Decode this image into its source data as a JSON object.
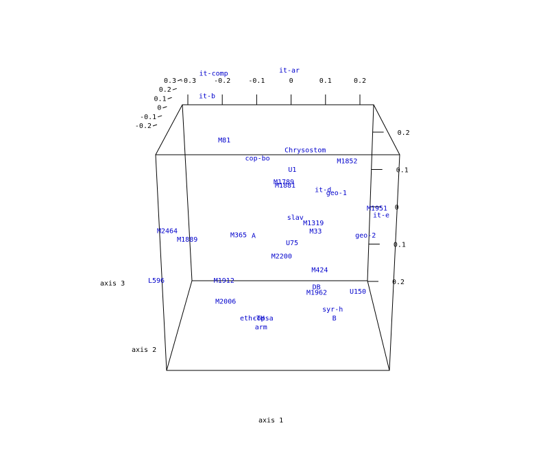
{
  "chart_data": {
    "type": "scatter",
    "colors": {
      "points": "#0000cc",
      "axes": "#000000",
      "background": "#ffffff"
    },
    "axes": {
      "x": {
        "title": "axis 1",
        "ticks": [
          {
            "value": -0.3,
            "label": "-0.3"
          },
          {
            "value": -0.2,
            "label": "-0.2"
          },
          {
            "value": -0.1,
            "label": "-0.1"
          },
          {
            "value": 0.0,
            "label": "0"
          },
          {
            "value": 0.1,
            "label": "0.1"
          },
          {
            "value": 0.2,
            "label": "0.2"
          }
        ]
      },
      "y": {
        "title": "axis 2",
        "ticks": [
          {
            "value": -0.2,
            "label": "-0.2"
          },
          {
            "value": -0.1,
            "label": "-0.1"
          },
          {
            "value": 0.0,
            "label": "0"
          },
          {
            "value": 0.1,
            "label": "0.1"
          },
          {
            "value": 0.2,
            "label": "0.2"
          },
          {
            "value": 0.3,
            "label": "0.3"
          }
        ]
      },
      "z": {
        "title": "axis 3",
        "ticks": [
          {
            "value": 0.2,
            "label": "0.2"
          },
          {
            "value": 0.1,
            "label": "0.1"
          },
          {
            "value": 0.0,
            "label": "0"
          },
          {
            "value": -0.1,
            "label": "0.1"
          },
          {
            "value": -0.2,
            "label": "0.2"
          }
        ]
      }
    },
    "points": [
      {
        "label": "it-ar",
        "x": -0.1,
        "y": 0.3,
        "z": 0.2
      },
      {
        "label": "it-comp",
        "x": -0.3,
        "y": 0.26,
        "z": 0.21
      },
      {
        "label": "it-b",
        "x": -0.3,
        "y": 0.2,
        "z": 0.18
      },
      {
        "label": "M81",
        "x": -0.23,
        "y": 0.13,
        "z": 0.1
      },
      {
        "label": "cop-bo",
        "x": -0.14,
        "y": 0.14,
        "z": 0.05
      },
      {
        "label": "Chrysostom",
        "x": 0.0,
        "y": 0.12,
        "z": 0.08
      },
      {
        "label": "U1",
        "x": -0.03,
        "y": 0.1,
        "z": 0.04
      },
      {
        "label": "M1852",
        "x": 0.13,
        "y": 0.08,
        "z": 0.07
      },
      {
        "label": "M1789",
        "x": -0.06,
        "y": 0.12,
        "z": 0.0
      },
      {
        "label": "M1881",
        "x": -0.05,
        "y": 0.1,
        "z": 0.0
      },
      {
        "label": "it-d",
        "x": 0.05,
        "y": 0.12,
        "z": -0.02
      },
      {
        "label": "geo-1",
        "x": 0.1,
        "y": 0.08,
        "z": -0.01
      },
      {
        "label": "M1951",
        "x": 0.22,
        "y": 0.06,
        "z": -0.04
      },
      {
        "label": "it-e",
        "x": 0.25,
        "y": 0.0,
        "z": -0.03
      },
      {
        "label": "M2464",
        "x": -0.35,
        "y": 0.0,
        "z": -0.07
      },
      {
        "label": "M1889",
        "x": -0.3,
        "y": 0.02,
        "z": -0.1
      },
      {
        "label": "M365",
        "x": -0.15,
        "y": 0.0,
        "z": -0.08
      },
      {
        "label": "A",
        "x": -0.12,
        "y": 0.04,
        "z": -0.1
      },
      {
        "label": "slav",
        "x": 0.0,
        "y": 0.03,
        "z": -0.05
      },
      {
        "label": "M1319",
        "x": 0.06,
        "y": 0.0,
        "z": -0.05
      },
      {
        "label": "geo-2",
        "x": 0.2,
        "y": 0.02,
        "z": -0.09
      },
      {
        "label": "U75",
        "x": 0.0,
        "y": 0.0,
        "z": -0.1
      },
      {
        "label": "M33",
        "x": 0.06,
        "y": 0.02,
        "z": -0.08
      },
      {
        "label": "M2200",
        "x": -0.02,
        "y": -0.03,
        "z": -0.12
      },
      {
        "label": "M424",
        "x": 0.09,
        "y": -0.04,
        "z": -0.15
      },
      {
        "label": "DB",
        "x": 0.09,
        "y": -0.07,
        "z": -0.18
      },
      {
        "label": "L596",
        "x": -0.35,
        "y": -0.1,
        "z": -0.15
      },
      {
        "label": "M1912",
        "x": -0.16,
        "y": -0.1,
        "z": -0.15
      },
      {
        "label": "U150",
        "x": 0.2,
        "y": -0.05,
        "z": -0.2
      },
      {
        "label": "M2006",
        "x": -0.14,
        "y": -0.15,
        "z": -0.18
      },
      {
        "label": "M1962",
        "x": 0.1,
        "y": -0.1,
        "z": -0.18
      },
      {
        "label": "syr-h",
        "x": 0.16,
        "y": -0.15,
        "z": -0.2
      },
      {
        "label": "B",
        "x": 0.18,
        "y": -0.2,
        "z": -0.2
      },
      {
        "label": "copsa",
        "x": -0.02,
        "y": -0.2,
        "z": -0.2
      },
      {
        "label": "eth-TH",
        "x": -0.05,
        "y": -0.2,
        "z": -0.2
      },
      {
        "label": "arm",
        "x": -0.01,
        "y": -0.25,
        "z": -0.2
      }
    ]
  }
}
